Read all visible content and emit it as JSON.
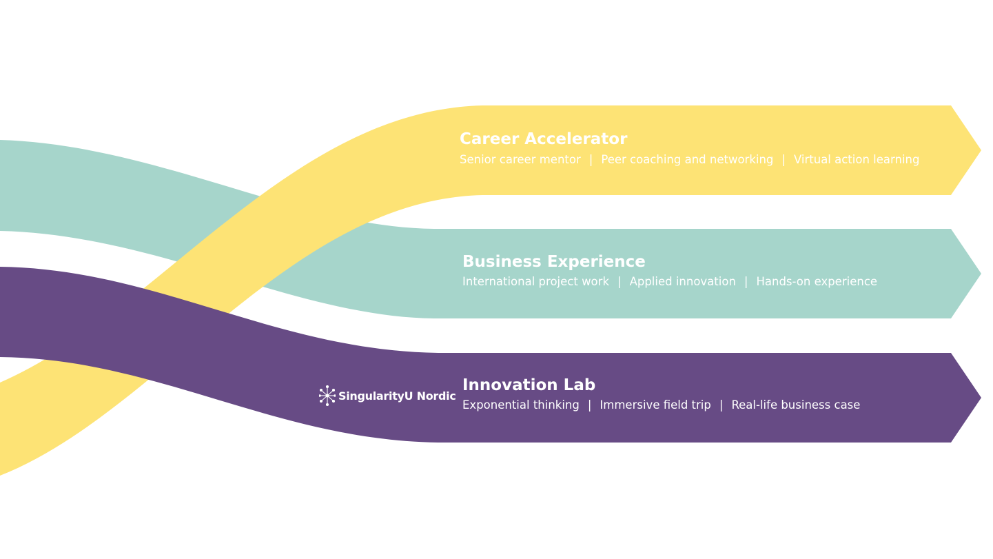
{
  "colors": {
    "yellow": "#fde375",
    "teal": "#a6d5cb",
    "purple": "#674b85",
    "text": "#ffffff"
  },
  "tracks": [
    {
      "id": "career",
      "title": "Career Accelerator",
      "items": [
        "Senior career mentor",
        "Peer coaching and networking",
        "Virtual action learning"
      ]
    },
    {
      "id": "business",
      "title": "Business Experience",
      "items": [
        "International project work",
        "Applied innovation",
        "Hands-on experience"
      ]
    },
    {
      "id": "innovation",
      "title": "Innovation Lab",
      "items": [
        "Exponential thinking",
        "Immersive field trip",
        "Real-life business case"
      ]
    }
  ],
  "separator": "|",
  "logo": {
    "text": "SingularityU Nordic",
    "icon": "singularity-burst-icon"
  }
}
